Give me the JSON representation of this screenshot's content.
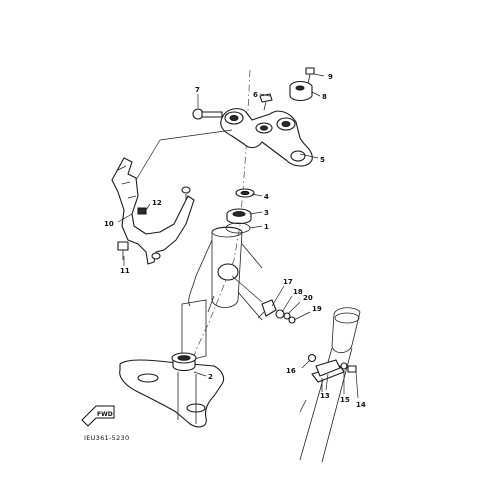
{
  "diagram": {
    "callouts": [
      "1",
      "2",
      "3",
      "4",
      "5",
      "6",
      "7",
      "8",
      "9",
      "10",
      "11",
      "12",
      "13",
      "14",
      "15",
      "16",
      "17",
      "18",
      "19",
      "20"
    ],
    "code": "IEU361-5230",
    "fwd_label": "FWD"
  }
}
